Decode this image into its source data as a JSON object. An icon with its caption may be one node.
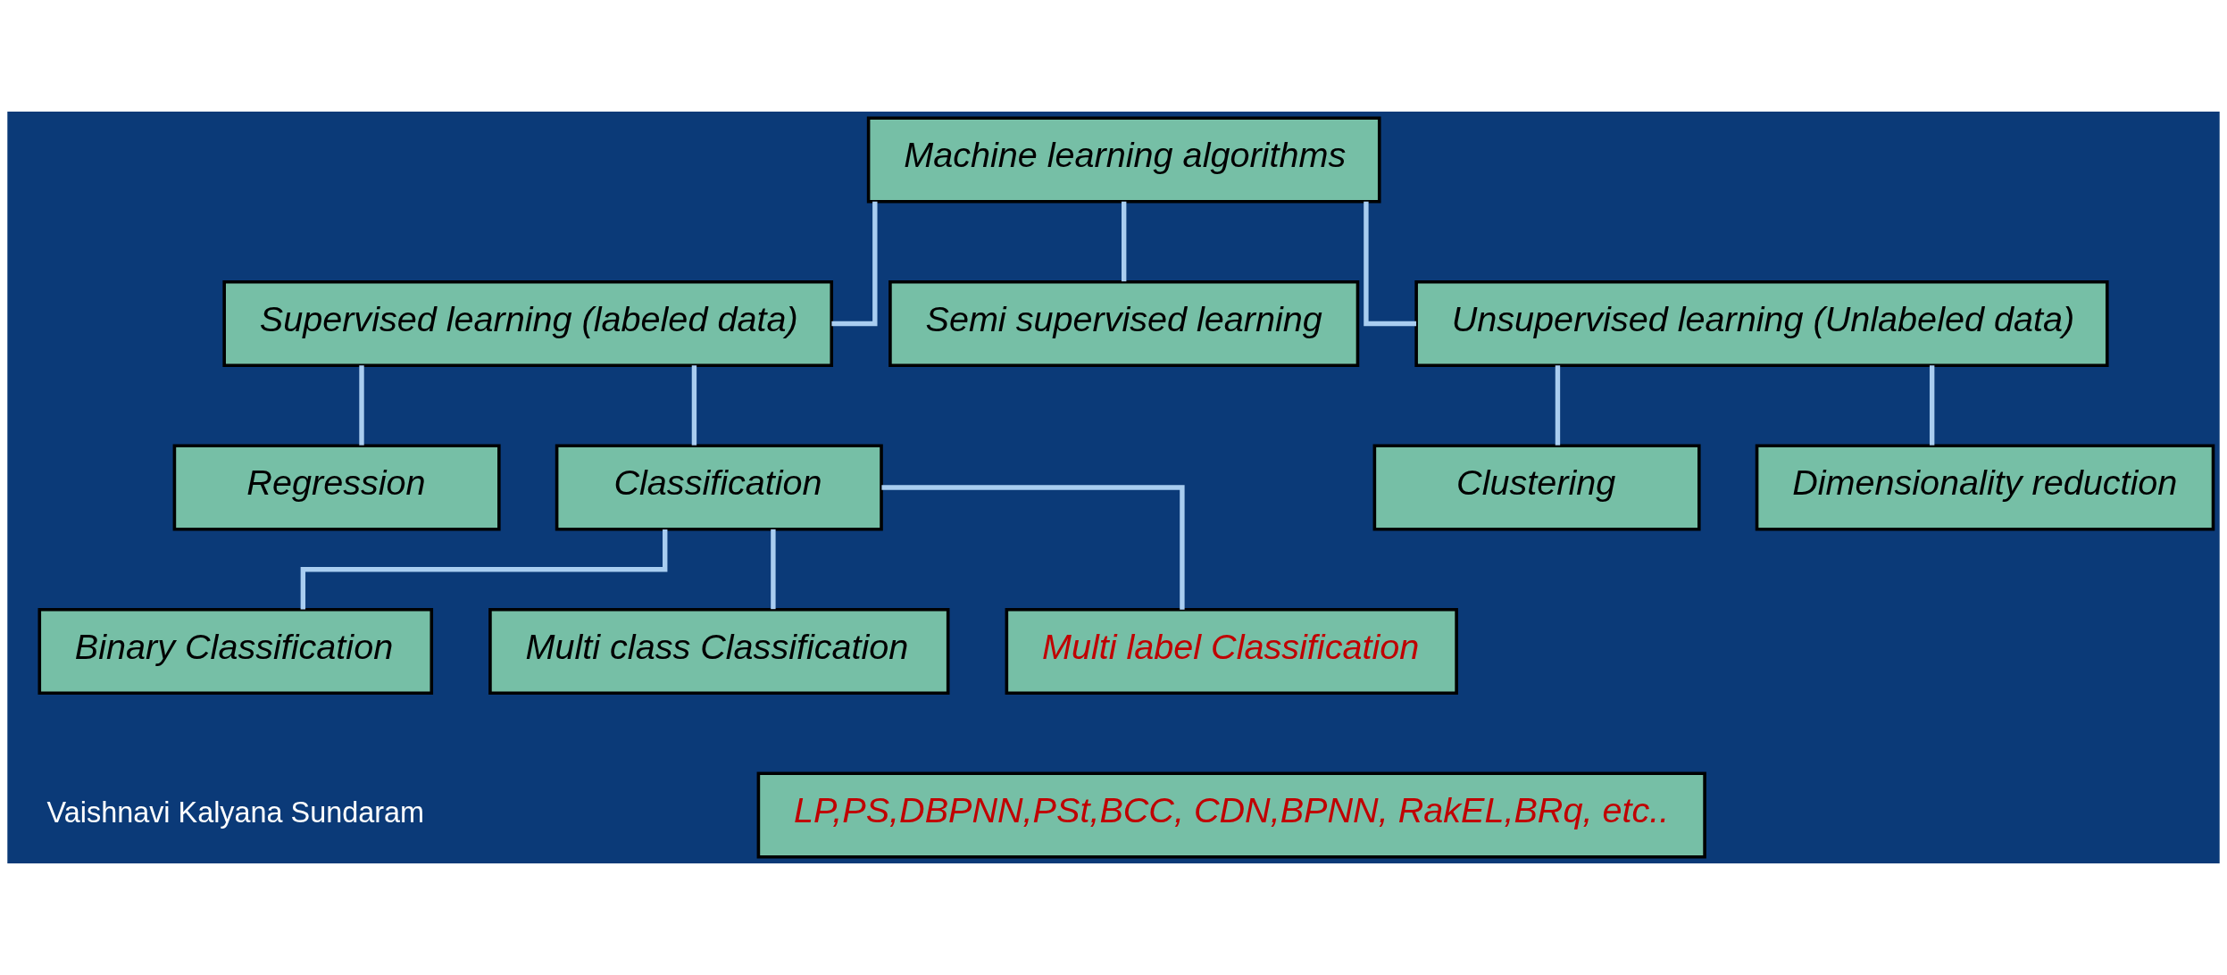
{
  "diagram": {
    "nodes": [
      {
        "text": [
          "Machine learning algorithms"
        ]
      },
      {
        "text": [
          "Supervised learning (labeled data)"
        ]
      },
      {
        "text": [
          "Semi supervised learning"
        ]
      },
      {
        "text": [
          "Unsupervised learning (Unlabeled data)"
        ]
      },
      {
        "text": [
          "Regression"
        ]
      },
      {
        "text": [
          "Classification"
        ]
      },
      {
        "text": [
          "Clustering"
        ]
      },
      {
        "text": [
          "Dimensionality reduction"
        ]
      },
      {
        "text": [
          "Binary Classification"
        ]
      },
      {
        "text": [
          "Multi class Classification"
        ]
      },
      {
        "text": [
          "Multi label Classification"
        ]
      },
      {
        "text": [
          "LP,PS,DBPNN,PSt,BCC, CDN,BPNN, RakEL,BRq, etc.."
        ]
      }
    ],
    "edges": [
      {
        "from": 0,
        "to": 1,
        "arrow": "none"
      },
      {
        "from": 0,
        "to": 2,
        "arrow": "none"
      },
      {
        "from": 0,
        "to": 3,
        "arrow": "none"
      },
      {
        "from": 1,
        "to": 4,
        "arrow": "none"
      },
      {
        "from": 1,
        "to": 5,
        "arrow": "none"
      },
      {
        "from": 3,
        "to": 6,
        "arrow": "none"
      },
      {
        "from": 3,
        "to": 7,
        "arrow": "none"
      },
      {
        "from": 5,
        "to": 8,
        "arrow": "none"
      },
      {
        "from": 5,
        "to": 9,
        "arrow": "none"
      },
      {
        "from": 5,
        "to": 10,
        "arrow": "none"
      }
    ],
    "labels": [
      "Vaishnavi Kalyana Sundaram"
    ]
  }
}
